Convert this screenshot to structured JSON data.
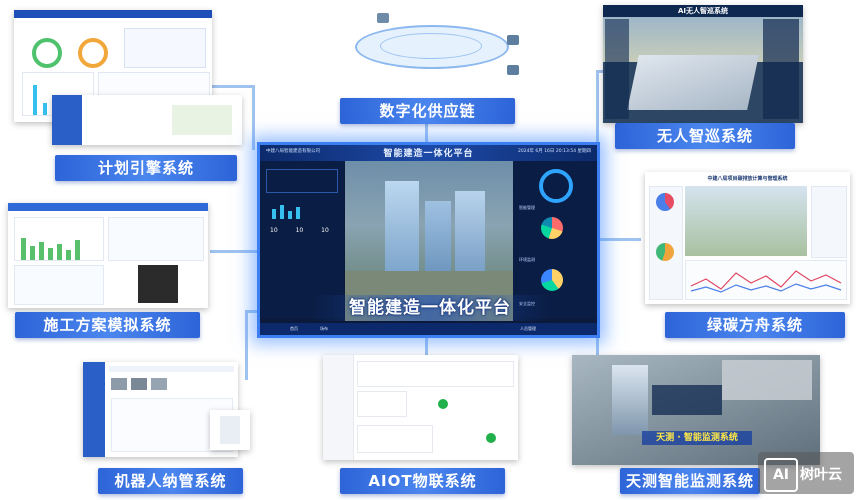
{
  "center": {
    "title": "智能建造一体化平台",
    "company": "中建八局智能建造有限公司",
    "datetime": "2024年 6月 16日  20:13:54 星期四",
    "banner": "智能建造一体化平台",
    "stats": [
      "10",
      "10",
      "10"
    ],
    "side_right": [
      "智能管理",
      "环境监测",
      "安全监控"
    ],
    "bottom_tabs": [
      "首页",
      "场布",
      "人员管理"
    ]
  },
  "labels": {
    "plan": "计划引擎系统",
    "supply": "数字化供应链",
    "patrol": "无人智巡系统",
    "construction": "施工方案模拟系统",
    "carbon": "绿碳方舟系统",
    "robot": "机器人纳管系统",
    "aiot": "AIOT物联系统",
    "monitor": "天测智能监测系统"
  },
  "patrol_shot": {
    "title": "AI无人智巡系统"
  },
  "carbon_shot": {
    "title": "中建八局项目碳排放计算与管理系统"
  },
  "monitor_shot": {
    "banner": "天测 · 智能监测系统"
  },
  "watermark": {
    "mark": "AI",
    "text": "树叶云"
  },
  "colors": {
    "label_blue": "#3b74e4",
    "center_border": "#3d7ef0",
    "connector": "#9fc3ef"
  }
}
